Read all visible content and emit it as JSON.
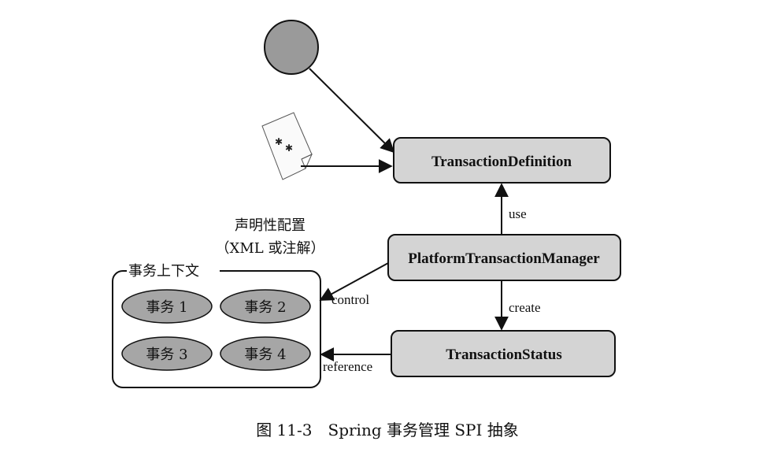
{
  "nodes": {
    "transaction_definition": "TransactionDefinition",
    "platform_transaction_manager": "PlatformTransactionManager",
    "transaction_status": "TransactionStatus"
  },
  "edges": {
    "use": "use",
    "create": "create",
    "control": "control",
    "reference": "reference"
  },
  "declarative_config": {
    "line1": "声明性配置",
    "line2": "（XML 或注解）"
  },
  "context": {
    "title": "事务上下文",
    "items": [
      "事务 1",
      "事务 2",
      "事务 3",
      "事务 4"
    ]
  },
  "caption": "图 11-3　Spring 事务管理 SPI 抽象",
  "colors": {
    "box_fill": "#d4d4d4",
    "oval_fill": "#a6a6a6",
    "circle_fill": "#9a9a9a",
    "stroke": "#111111"
  }
}
